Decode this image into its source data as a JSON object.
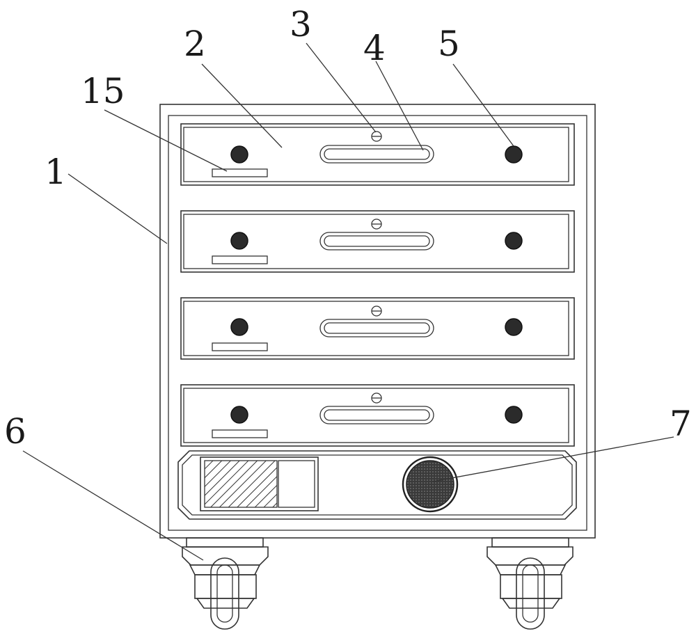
{
  "labels": {
    "l1": "1",
    "l2": "2",
    "l3": "3",
    "l4": "4",
    "l5": "5",
    "l6": "6",
    "l7": "7",
    "l15": "15"
  },
  "colors": {
    "line": "#333333",
    "knob_fill": "#2b2b2b",
    "background": "#ffffff"
  },
  "drawers": {
    "count": 4
  }
}
